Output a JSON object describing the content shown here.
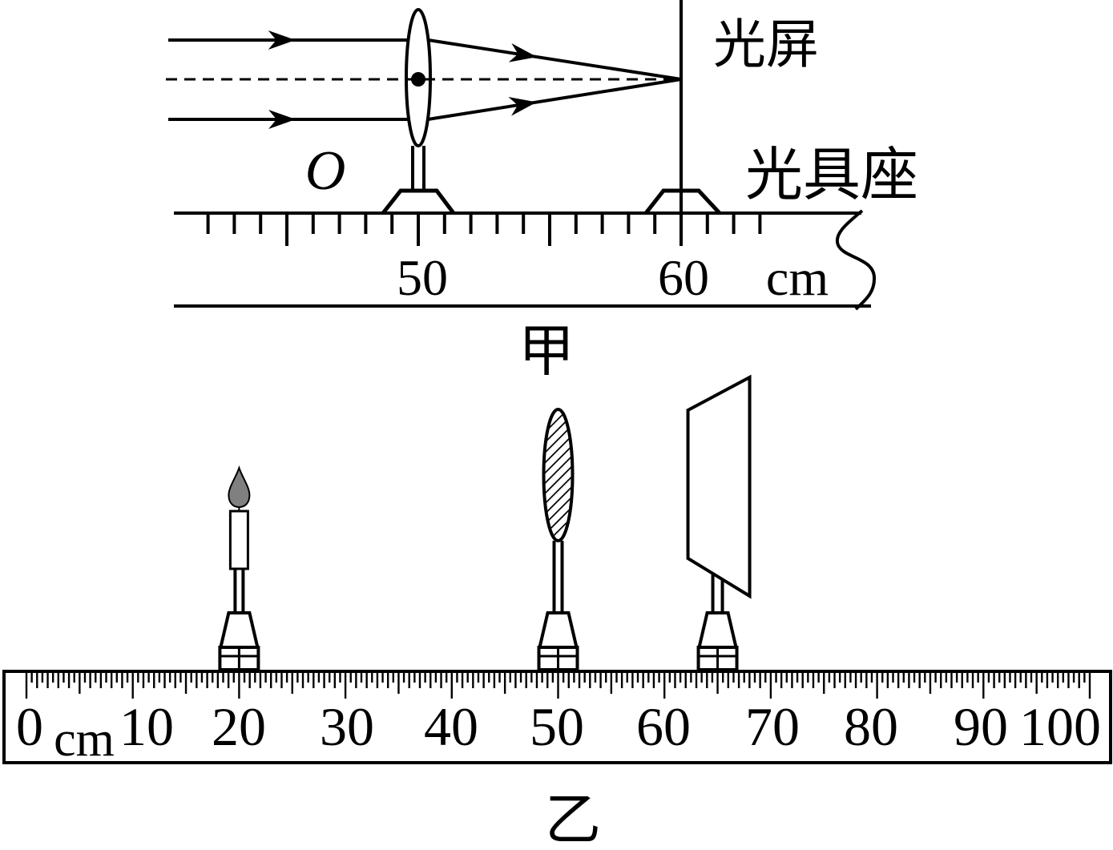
{
  "figure_a": {
    "caption": "甲",
    "screen_label": "光屏",
    "bench_label": "光具座",
    "point_label": "O",
    "scale": {
      "labels": [
        "50",
        "60"
      ],
      "unit": "cm"
    },
    "lens_cm": 50,
    "screen_cm": 60
  },
  "figure_b": {
    "caption": "乙",
    "ruler": {
      "labels": [
        "0",
        "10",
        "20",
        "30",
        "40",
        "50",
        "60",
        "70",
        "80",
        "90",
        "100"
      ],
      "unit": "cm"
    },
    "candle_cm": 20,
    "lens_cm": 50,
    "screen_cm": 65
  },
  "colors": {
    "line": "#000000",
    "flame": "#808080",
    "background": "#ffffff"
  }
}
